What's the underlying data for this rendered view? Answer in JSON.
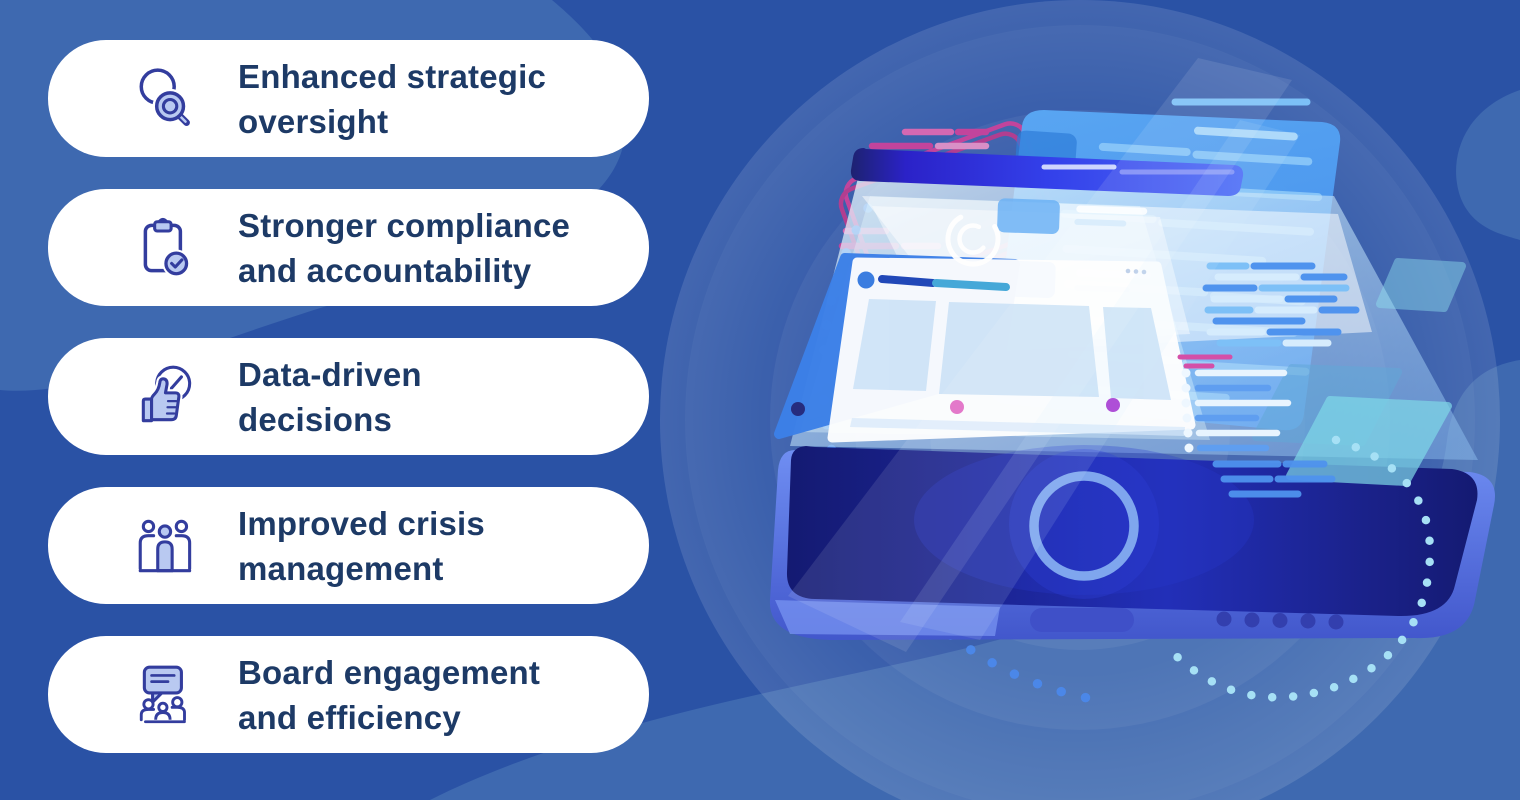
{
  "benefit_cards": [
    {
      "icon": "search-icon",
      "line1": "Enhanced strategic",
      "line2": "oversight"
    },
    {
      "icon": "clipboard-check-icon",
      "line1": "Stronger compliance",
      "line2": "and accountability"
    },
    {
      "icon": "thumbs-up-check-icon",
      "line1": "Data-driven",
      "line2": "decisions"
    },
    {
      "icon": "people-icon",
      "line1": "Improved crisis",
      "line2": "management"
    },
    {
      "icon": "speech-bubble-team-icon",
      "line1": "Board engagement",
      "line2": "and efficiency"
    }
  ],
  "palette": {
    "background": "#2a52a5",
    "background_light_blob": "#3e69b0",
    "card_background": "#ffffff",
    "card_text": "#1d3a66",
    "icon_stroke": "#333d9e",
    "icon_fill": "#b9c9f1",
    "accent_pink": "#c2449c",
    "accent_indigo_bar": "#3340ea",
    "device_navy": "#141a72",
    "device_side_blue": "#4257cc",
    "floating_card_blue": "#4a9af2",
    "dash_blue": "#4f93ee",
    "dotted_arc_blue": "#4b87e8",
    "dotted_arc_cyan": "#a6e0f5",
    "teal_shape": "#7fd9e8"
  },
  "illustration": {
    "subject": "tablet device with floating app windows"
  }
}
